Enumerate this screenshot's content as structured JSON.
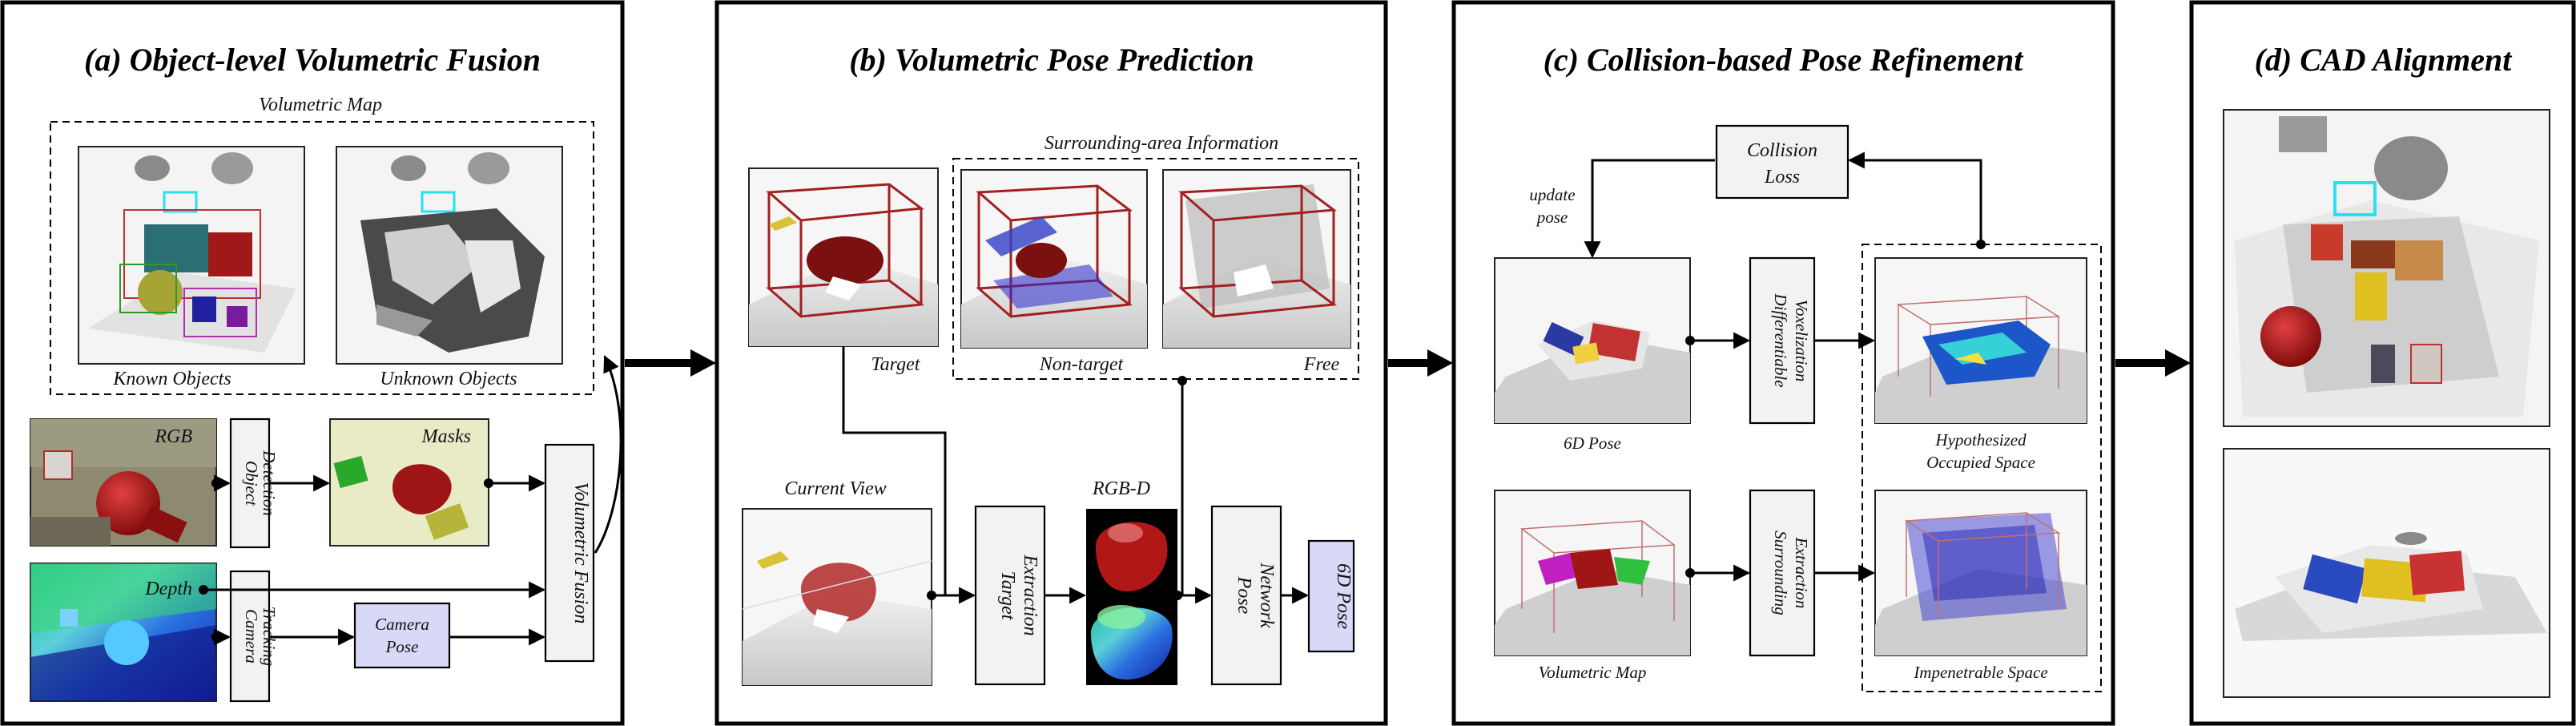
{
  "panels": {
    "a": {
      "title": "(a) Object-level Volumetric Fusion",
      "map_caption": "Volumetric Map",
      "known_caption": "Known Objects",
      "unknown_caption": "Unknown Objects",
      "rgb_label": "RGB",
      "depth_label": "Depth",
      "masks_label": "Masks",
      "object_detection_lines": [
        "Object",
        "Detection"
      ],
      "camera_tracking_lines": [
        "Camera",
        "Tracking"
      ],
      "camera_pose_lines": [
        "Camera",
        "Pose"
      ],
      "volumetric_fusion": "Volumetric Fusion"
    },
    "b": {
      "title": "(b) Volumetric Pose Prediction",
      "surrounding_caption": "Surrounding-area Information",
      "target_caption": "Target",
      "nontarget_caption": "Non-target",
      "free_caption": "Free",
      "current_view_caption": "Current View",
      "rgbd_caption": "RGB-D",
      "target_extraction_lines": [
        "Target",
        "Extraction"
      ],
      "pose_network_lines": [
        "Pose",
        "Network"
      ],
      "sixd_pose": "6D Pose"
    },
    "c": {
      "title": "(c) Collision-based Pose Refinement",
      "collision_loss_lines": [
        "Collision",
        "Loss"
      ],
      "update_pose_lines": [
        "update",
        "pose"
      ],
      "sixd_pose_caption": "6D Pose",
      "diff_vox_lines": [
        "Differentiable",
        "Voxelization"
      ],
      "hypothesized_lines": [
        "Hypothesized",
        "Occupied Space"
      ],
      "volumetric_map_caption": "Volumetric Map",
      "surrounding_extraction_lines": [
        "Surrounding",
        "Extraction"
      ],
      "impenetrable_caption": "Impenetrable Space"
    },
    "d": {
      "title": "(d) CAD Alignment"
    }
  },
  "colors": {
    "frame": "#000000",
    "process_box": "#f2f2f2",
    "highlight_box": "#d7d9f7",
    "masks_bg": "#e9ebc6",
    "target_red": "#9e1515",
    "bbox_red": "#a32020",
    "gripper_cyan": "#28e0f0"
  }
}
